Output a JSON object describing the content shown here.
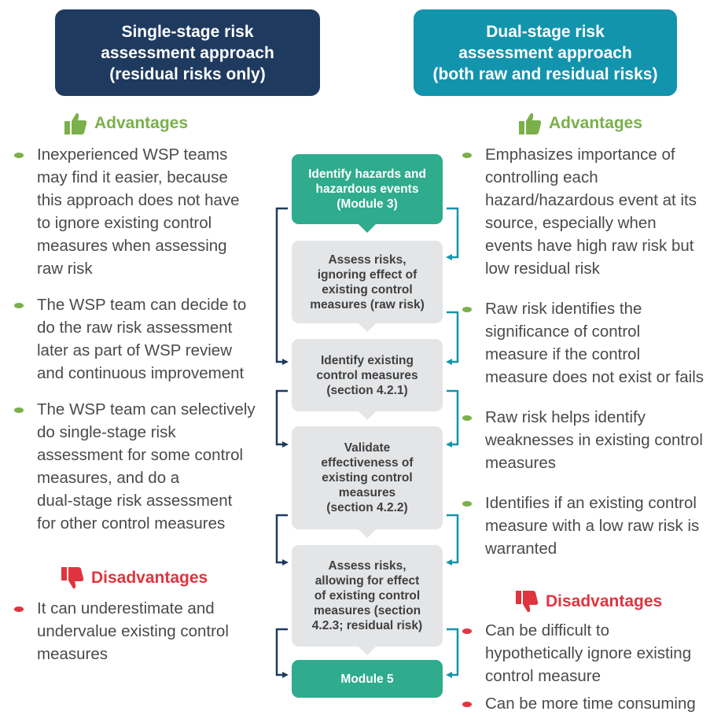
{
  "left_header": [
    "Single-stage risk",
    "assessment approach",
    "(residual risks only)"
  ],
  "right_header": [
    "Dual-stage risk",
    "assessment approach",
    "(both raw and residual risks)"
  ],
  "advantages_label": "Advantages",
  "disadvantages_label": "Disadvantages",
  "left_advantages": [
    [
      "Inexperienced WSP teams",
      "may find it easier, because",
      "this approach does not have",
      "to ignore existing control",
      "measures when assessing",
      "raw risk"
    ],
    [
      "The WSP team can decide to",
      "do the raw risk assessment",
      "later as part of WSP review",
      "and continuous improvement"
    ],
    [
      "The WSP team can selectively",
      "do single-stage risk",
      "assessment for some control",
      "measures, and do a",
      "dual-stage risk assessment",
      "for other control measures"
    ]
  ],
  "left_disadvantages": [
    [
      "It can underestimate and",
      "undervalue existing control",
      "measures"
    ]
  ],
  "right_advantages": [
    [
      "Emphasizes importance of",
      "controlling each",
      "hazard/hazardous event at its",
      "source, especially when",
      "events have high raw risk but",
      "low residual risk"
    ],
    [
      "Raw risk identifies the",
      "significance of control",
      "measure if the control",
      "measure does not exist or fails"
    ],
    [
      "Raw risk helps identify",
      "weaknesses in existing control",
      "measures"
    ],
    [
      "Identifies if an existing control",
      "measure with a low raw risk is",
      "warranted"
    ]
  ],
  "right_disadvantages": [
    [
      "Can be difficult to",
      "hypothetically ignore existing",
      "control measure"
    ],
    [
      "Can be more time consuming"
    ]
  ],
  "flow_steps": [
    [
      "Identify hazards and",
      "hazardous events",
      "(Module 3)"
    ],
    [
      "Assess risks,",
      "ignoring effect of",
      "existing control",
      "measures (raw risk)"
    ],
    [
      "Identify existing",
      "control measures",
      "(section 4.2.1)"
    ],
    [
      "Validate",
      "effectiveness of",
      "existing control",
      "measures",
      "(section 4.2.2)"
    ],
    [
      "Assess risks,",
      "allowing for effect",
      "of existing control",
      "measures (section",
      "4.2.3; residual risk)"
    ],
    [
      "Module 5"
    ]
  ],
  "colors": {
    "left_header": "#1f3a5f",
    "right_header": "#1394ad",
    "advantage": "#7ab04a",
    "disadvantage": "#e0343f",
    "flow_teal": "#2fab8d",
    "flow_gray": "#e4e5e7",
    "arrow_left": "#1f3a5f",
    "arrow_right": "#1394ad"
  },
  "icons": {
    "advantage": "thumbs-up-icon",
    "disadvantage": "thumbs-down-icon"
  }
}
